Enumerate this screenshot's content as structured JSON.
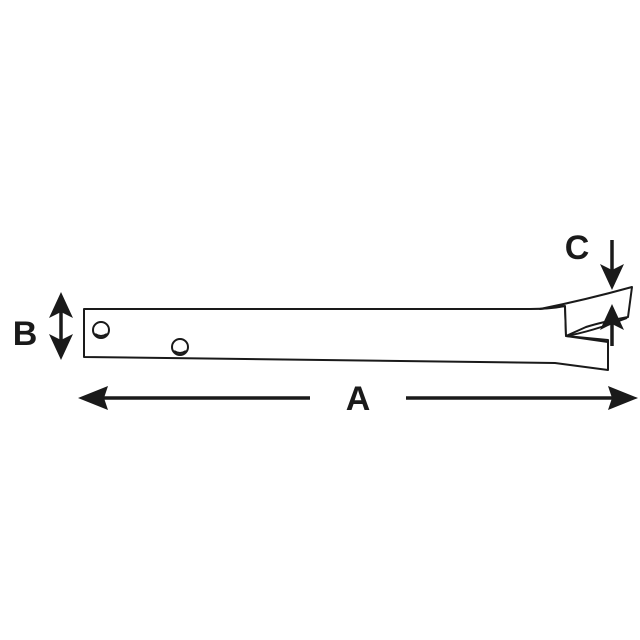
{
  "diagram": {
    "labels": {
      "length": "A",
      "thickness": "B",
      "slot_gap": "C"
    },
    "colors": {
      "stroke": "#1a1a1a",
      "part_fill": "#ffffff",
      "background": "#ffffff"
    }
  }
}
